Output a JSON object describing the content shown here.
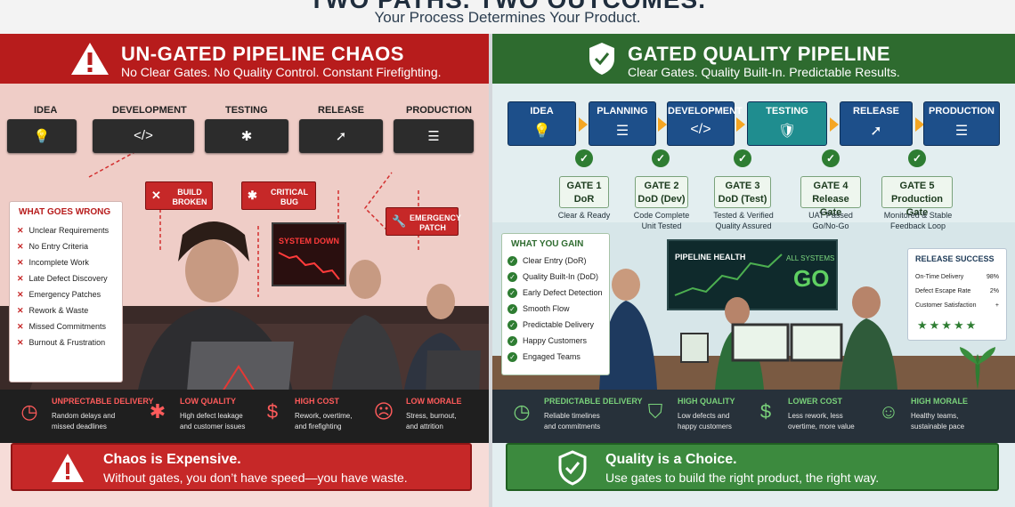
{
  "header": {
    "title": "TWO PATHS. TWO OUTCOMES.",
    "subtitle": "Your Process Determines Your Product."
  },
  "left": {
    "title": "UN-GATED PIPELINE CHAOS",
    "subtitle": "No Clear Gates. No Quality Control. Constant Firefighting.",
    "stages": [
      {
        "label": "IDEA",
        "icon": "lightbulb-icon"
      },
      {
        "label": "DEVELOPMENT",
        "icon": "code-icon"
      },
      {
        "label": "TESTING",
        "icon": "bug-icon"
      },
      {
        "label": "RELEASE",
        "icon": "rocket-icon"
      },
      {
        "label": "PRODUCTION",
        "icon": "server-icon"
      }
    ],
    "alerts": {
      "build": "BUILD\nBROKEN",
      "critical": "CRITICAL\nBUG",
      "emergency": "EMERGENCY\nPATCH",
      "system_down": "SYSTEM DOWN"
    },
    "wrong_title": "WHAT GOES WRONG",
    "wrong_items": [
      "Unclear Requirements",
      "No Entry Criteria",
      "Incomplete Work",
      "Late Defect Discovery",
      "Emergency Patches",
      "Rework & Waste",
      "Missed Commitments",
      "Burnout & Frustration"
    ],
    "outcomes": [
      {
        "title": "UNPRECTABLE DELIVERY",
        "desc1": "Random delays and",
        "desc2": "missed deadlines",
        "icon": "clock-icon"
      },
      {
        "title": "LOW QUALITY",
        "desc1": "High defect leakage",
        "desc2": "and customer issues",
        "icon": "bug-icon"
      },
      {
        "title": "HIGH COST",
        "desc1": "Rework, overtime,",
        "desc2": "and firefighting",
        "icon": "dollar-icon"
      },
      {
        "title": "LOW MORALE",
        "desc1": "Stress, burnout,",
        "desc2": "and attrition",
        "icon": "sad-face-icon"
      }
    ],
    "footer_title": "Chaos is Expensive.",
    "footer_text": "Without gates, you don’t have speed—you have waste."
  },
  "right": {
    "title": "GATED QUALITY PIPELINE",
    "subtitle": "Clear Gates. Quality Built-In. Predictable Results.",
    "stages": [
      {
        "label": "IDEA",
        "icon": "lightbulb-icon"
      },
      {
        "label": "PLANNING",
        "icon": "checklist-icon"
      },
      {
        "label": "DEVELOPMENT",
        "icon": "code-icon"
      },
      {
        "label": "TESTING",
        "icon": "shield-check-icon"
      },
      {
        "label": "RELEASE",
        "icon": "rocket-icon"
      },
      {
        "label": "PRODUCTION",
        "icon": "server-icon"
      }
    ],
    "gates": [
      {
        "name": "GATE 1",
        "sub": "DoR",
        "d1": "Clear & Ready",
        "d2": ""
      },
      {
        "name": "GATE 2",
        "sub": "DoD (Dev)",
        "d1": "Code Complete",
        "d2": "Unit Tested"
      },
      {
        "name": "GATE 3",
        "sub": "DoD (Test)",
        "d1": "Tested & Verified",
        "d2": "Quality Assured"
      },
      {
        "name": "GATE 4",
        "sub": "Release Gate",
        "d1": "UAT Passed",
        "d2": "Go/No-Go"
      },
      {
        "name": "GATE 5",
        "sub": "Production Gate",
        "d1": "Monitored & Stable",
        "d2": "Feedback Loop"
      }
    ],
    "gain_title": "WHAT YOU GAIN",
    "gain_items": [
      "Clear Entry (DoR)",
      "Quality Built-In (DoD)",
      "Early Defect Detection",
      "Smooth Flow",
      "Predictable Delivery",
      "Happy Customers",
      "Engaged Teams"
    ],
    "dashboard": {
      "title": "PIPELINE HEALTH",
      "systems": "ALL SYSTEMS",
      "go": "GO"
    },
    "release_success": {
      "title": "RELEASE SUCCESS",
      "rows": [
        {
          "label": "On-Time Delivery",
          "value": "98%"
        },
        {
          "label": "Defect Escape Rate",
          "value": "2%"
        },
        {
          "label": "Customer Satisfaction",
          "value": "+"
        }
      ],
      "stars": "★★★★★"
    },
    "outcomes": [
      {
        "title": "PREDICTABLE DELIVERY",
        "desc1": "Reliable timelines",
        "desc2": "and commitments",
        "icon": "clock-icon"
      },
      {
        "title": "HIGH QUALITY",
        "desc1": "Low defects and",
        "desc2": "happy customers",
        "icon": "shield-check-icon"
      },
      {
        "title": "LOWER COST",
        "desc1": "Less rework, less",
        "desc2": "overtime, more value",
        "icon": "dollar-icon"
      },
      {
        "title": "HIGH MORALE",
        "desc1": "Healthy teams,",
        "desc2": "sustainable pace",
        "icon": "smile-face-icon"
      }
    ],
    "footer_title": "Quality is a Choice.",
    "footer_text": "Use gates to build the right product, the right way."
  },
  "colors": {
    "red": "#b71c1c",
    "green": "#2e6b2f",
    "blue": "#1d4f8a",
    "teal": "#1f8d8f",
    "orange": "#f5a623"
  }
}
